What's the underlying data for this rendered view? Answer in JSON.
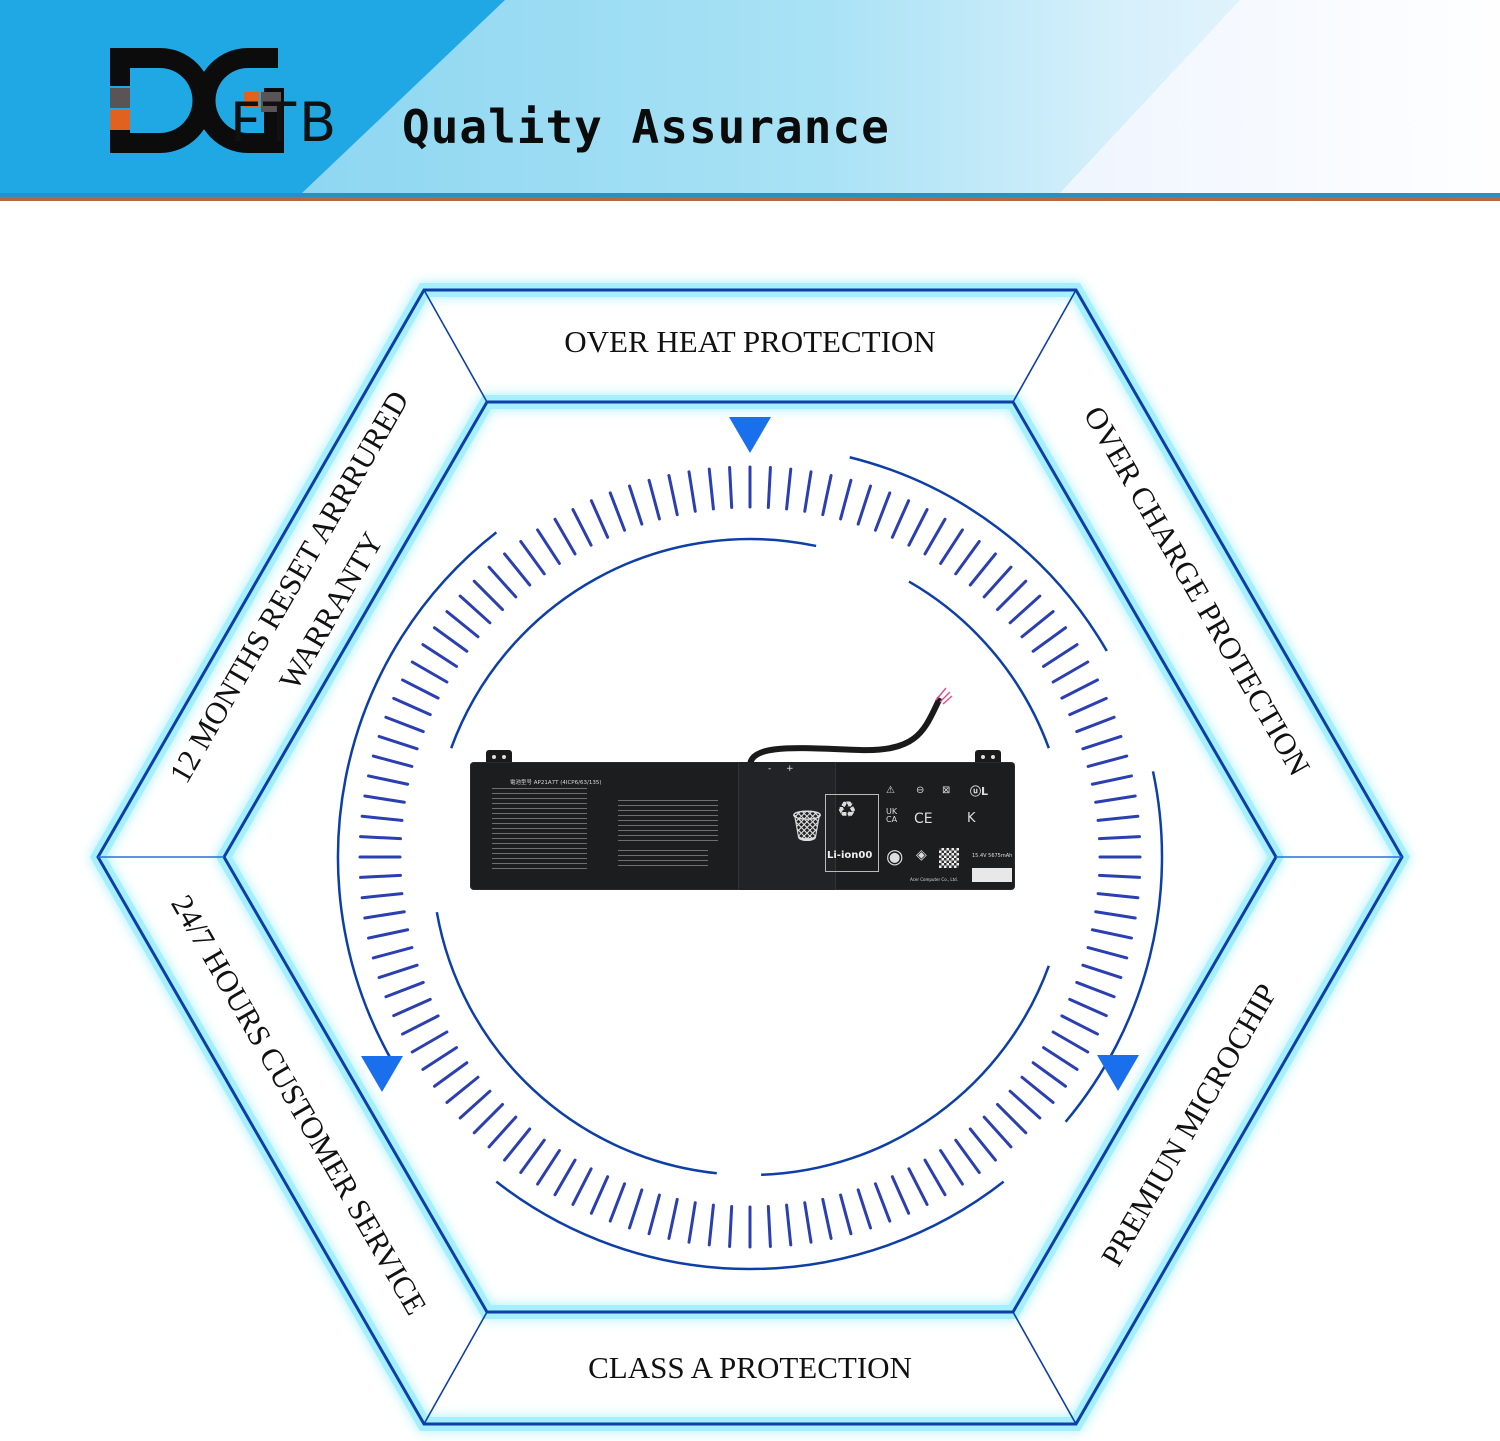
{
  "header": {
    "logo": {
      "mark": "DG",
      "suffix": "FTB",
      "accent_colors": {
        "orange": "#e0621e",
        "gray": "#5a5456"
      }
    },
    "title": "Quality Assurance",
    "colors": {
      "banner_blue": "#1fa8e4",
      "banner_light": "#a9e2f5",
      "stripe_blue": "#2a8fc2",
      "stripe_brown": "#b56a3e"
    }
  },
  "diagram": {
    "segments": {
      "top": "OVER HEAT PROTECTION",
      "upper_right": "OVER CHARGE PROTECTION",
      "lower_right": "PREMIUN MICROCHIP",
      "bottom": "CLASS A PROTECTION",
      "lower_left": "24/7 HOURS CUSTOMER SERVICE",
      "upper_left_line1": "12 MONTHS RESET ARRRURED",
      "upper_left_line2": "WARRANTY"
    },
    "markers": [
      "triangle-top",
      "triangle-lower-left",
      "triangle-lower-right"
    ],
    "colors": {
      "line": "#0d3fa6",
      "glow": "#5fe3ff",
      "marker": "#1a6fec",
      "tick": "#2b3fb0"
    }
  },
  "product": {
    "name": "laptop battery",
    "model_label": "電池型号 AP21A7T    (4ICP6/63/135)",
    "polarity_minus": "-",
    "polarity_plus": "+",
    "chemistry_label": "Li-ion00",
    "rating": "15.4V 5675mAh",
    "manufacturer": "Acer Computer Co., Ltd."
  }
}
